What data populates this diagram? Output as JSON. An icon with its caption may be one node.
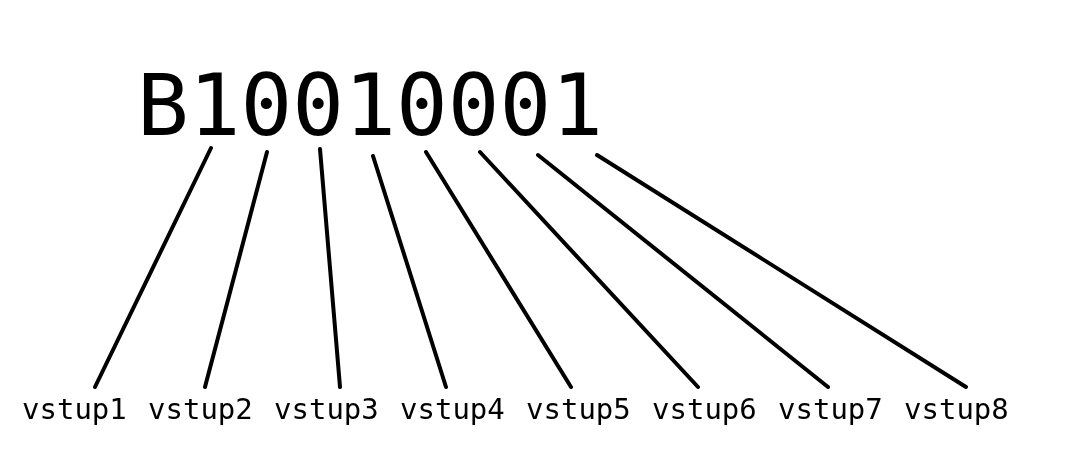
{
  "diagram": {
    "nodes": [
      {
        "text": [
          "1"
        ]
      },
      {
        "text": [
          "0"
        ]
      },
      {
        "text": [
          "0"
        ]
      },
      {
        "text": [
          "1"
        ]
      },
      {
        "text": [
          "0"
        ]
      },
      {
        "text": [
          "0"
        ]
      },
      {
        "text": [
          "0"
        ]
      },
      {
        "text": [
          "1"
        ]
      },
      {
        "text": [
          "vstup1"
        ]
      },
      {
        "text": [
          "vstup2"
        ]
      },
      {
        "text": [
          "vstup3"
        ]
      },
      {
        "text": [
          "vstup4"
        ]
      },
      {
        "text": [
          "vstup5"
        ]
      },
      {
        "text": [
          "vstup6"
        ]
      },
      {
        "text": [
          "vstup7"
        ]
      },
      {
        "text": [
          "vstup8"
        ]
      }
    ],
    "edges": [
      {
        "from": 8,
        "to": 0,
        "arrow": "none"
      },
      {
        "from": 9,
        "to": 1,
        "arrow": "none"
      },
      {
        "from": 10,
        "to": 2,
        "arrow": "none"
      },
      {
        "from": 11,
        "to": 3,
        "arrow": "none"
      },
      {
        "from": 12,
        "to": 4,
        "arrow": "none"
      },
      {
        "from": 13,
        "to": 5,
        "arrow": "none"
      },
      {
        "from": 14,
        "to": 6,
        "arrow": "none"
      },
      {
        "from": 15,
        "to": 7,
        "arrow": "none"
      }
    ],
    "labels": [
      "B"
    ]
  }
}
